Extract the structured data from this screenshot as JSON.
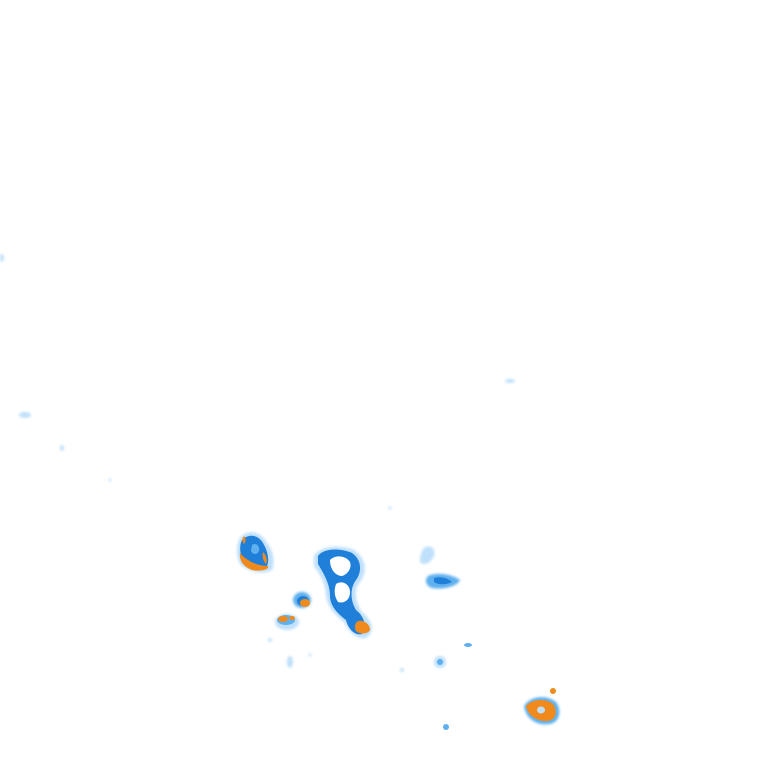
{
  "map": {
    "type": "precipitation-radar-tile",
    "background_color": "#ffffff",
    "intensity_levels": [
      {
        "level": "very-light",
        "color": "#bfe0fb"
      },
      {
        "level": "light",
        "color": "#5fb0ee"
      },
      {
        "level": "moderate",
        "color": "#1f7fd9"
      },
      {
        "level": "heavy",
        "color": "#f08a1c"
      }
    ],
    "cells": [
      {
        "id": "cell-west",
        "peak_level": "heavy"
      },
      {
        "id": "cell-small-center-left",
        "peak_level": "heavy"
      },
      {
        "id": "cell-small-left",
        "peak_level": "heavy"
      },
      {
        "id": "cell-central",
        "peak_level": "heavy"
      },
      {
        "id": "cell-east-small",
        "peak_level": "light"
      },
      {
        "id": "cell-southeast",
        "peak_level": "heavy"
      }
    ]
  }
}
